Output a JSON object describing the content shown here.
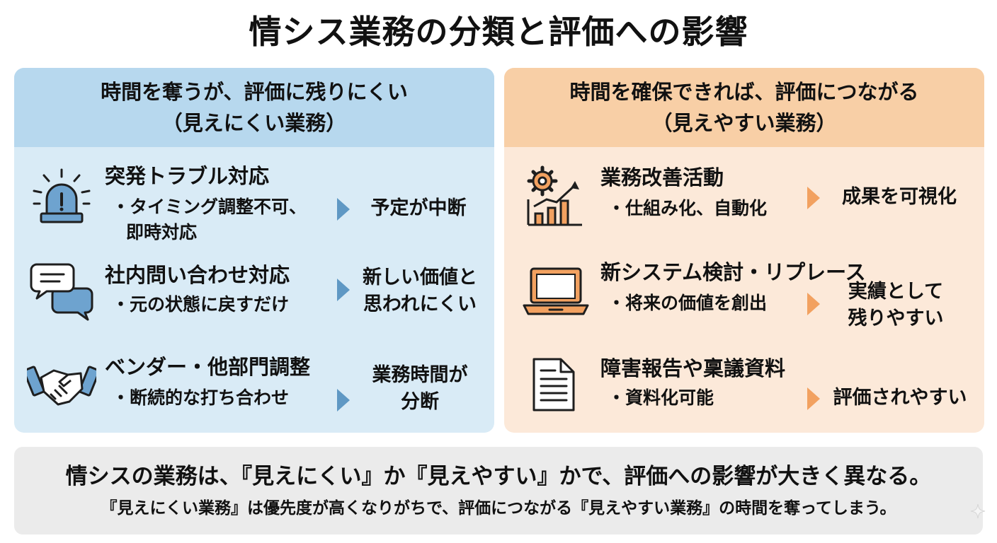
{
  "title": "情シス業務の分類と評価への影響",
  "left": {
    "heading_line1": "時間を奪うが、評価に残りにくい",
    "heading_line2": "（見えにくい業務）",
    "items": [
      {
        "icon": "alarm-light-icon",
        "name": "突発トラブル対応",
        "sub_line1": "・タイミング調整不可、",
        "sub_line2": "即時対応",
        "result_line1": "予定が中断",
        "result_line2": ""
      },
      {
        "icon": "chat-bubbles-icon",
        "name": "社内問い合わせ対応",
        "sub_line1": "・元の状態に戻すだけ",
        "sub_line2": "",
        "result_line1": "新しい価値と",
        "result_line2": "思われにくい"
      },
      {
        "icon": "handshake-icon",
        "name": "ベンダー・他部門調整",
        "sub_line1": "・断続的な打ち合わせ",
        "sub_line2": "",
        "result_line1": "業務時間が",
        "result_line2": "分断"
      }
    ]
  },
  "right": {
    "heading_line1": "時間を確保できれば、評価につながる",
    "heading_line2": "（見えやすい業務）",
    "items": [
      {
        "icon": "gear-growth-chart-icon",
        "name": "業務改善活動",
        "sub_line1": "・仕組み化、自動化",
        "sub_line2": "",
        "result_line1": "成果を可視化",
        "result_line2": ""
      },
      {
        "icon": "laptop-icon",
        "name": "新システム検討・リプレース",
        "sub_line1": "・将来の価値を創出",
        "sub_line2": "",
        "result_line1": "実績として",
        "result_line2": "残りやすい"
      },
      {
        "icon": "document-icon",
        "name": "障害報告や稟議資料",
        "sub_line1": "・資料化可能",
        "sub_line2": "",
        "result_line1": "評価されやすい",
        "result_line2": ""
      }
    ]
  },
  "summary": {
    "line1": "情シスの業務は、『見えにくい』か『見えやすい』かで、評価への影響が大きく異なる。",
    "line2": "『見えにくい業務』は優先度が高くなりがちで、評価につながる『見えやすい業務』の時間を奪ってしまう。"
  },
  "colors": {
    "left_panel_bg": "#d9ebf6",
    "left_header_bg": "#b7d8ee",
    "left_accent": "#5f98c4",
    "right_panel_bg": "#fce9d9",
    "right_header_bg": "#f8cfa6",
    "right_accent": "#f2a160",
    "summary_bg": "#ebebeb"
  }
}
